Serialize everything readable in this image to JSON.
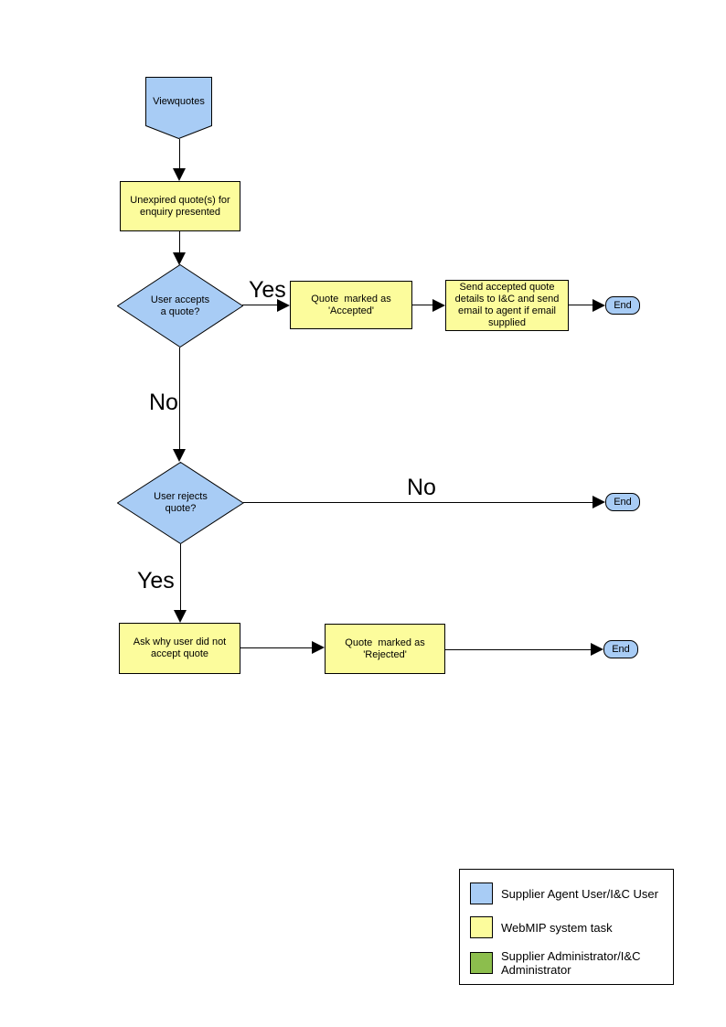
{
  "colors": {
    "user_blue": "#A8CCF5",
    "task_yellow": "#FCFC9C",
    "admin_green": "#8CBE4D",
    "line_black": "#000000"
  },
  "flowchart": {
    "start": "Viewquotes",
    "unexpired": "Unexpired quote(s) for\nenquiry presented",
    "accepts_question": "User accepts\na quote?",
    "quote_accepted": "Quote  marked as\n'Accepted'",
    "send_details": "Send accepted quote\ndetails to I&C and send\nemail to agent if email\nsupplied",
    "end1": "End",
    "rejects_question": "User rejects\nquote?",
    "end2": "End",
    "ask_why": "Ask why user did not\naccept quote",
    "quote_rejected": "Quote  marked as\n'Rejected'",
    "end3": "End",
    "edge_labels": {
      "accepts_yes": "Yes",
      "accepts_no": "No",
      "rejects_no": "No",
      "rejects_yes": "Yes"
    }
  },
  "legend": {
    "items": [
      {
        "swatch": "#A8CCF5",
        "label": "Supplier Agent User/I&C User"
      },
      {
        "swatch": "#FCFC9C",
        "label": "WebMIP system task"
      },
      {
        "swatch": "#8CBE4D",
        "label": "Supplier Administrator/I&C\nAdministrator"
      }
    ]
  }
}
